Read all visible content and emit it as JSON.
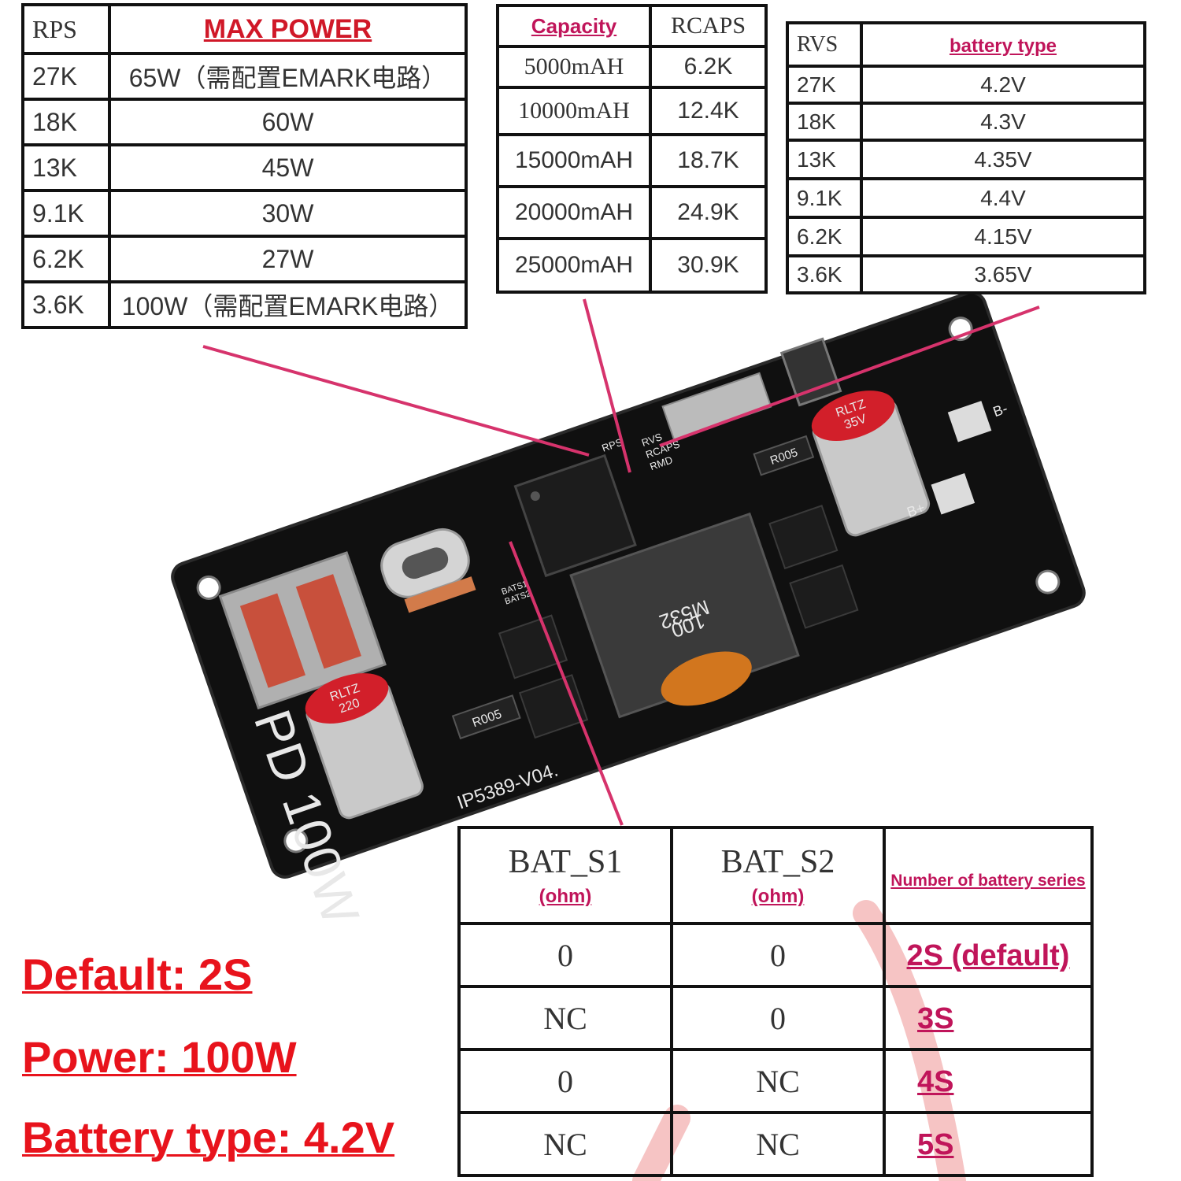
{
  "rps_table": {
    "headers": [
      "RPS",
      "MAX POWER"
    ],
    "rows": [
      [
        "27K",
        "65W（需配置EMARK电路）"
      ],
      [
        "18K",
        "60W"
      ],
      [
        "13K",
        "45W"
      ],
      [
        "9.1K",
        "30W"
      ],
      [
        "6.2K",
        "27W"
      ],
      [
        "3.6K",
        "100W（需配置EMARK电路）"
      ]
    ]
  },
  "rcaps_table": {
    "headers": [
      "Capacity",
      "RCAPS"
    ],
    "rows": [
      [
        "5000mAH",
        "6.2K"
      ],
      [
        "10000mAH",
        "12.4K"
      ],
      [
        "15000mAH",
        "18.7K"
      ],
      [
        "20000mAH",
        "24.9K"
      ],
      [
        "25000mAH",
        "30.9K"
      ]
    ]
  },
  "rvs_table": {
    "headers": [
      "RVS",
      "battery type"
    ],
    "rows": [
      [
        "27K",
        "4.2V"
      ],
      [
        "18K",
        "4.3V"
      ],
      [
        "13K",
        "4.35V"
      ],
      [
        "9.1K",
        "4.4V"
      ],
      [
        "6.2K",
        "4.15V"
      ],
      [
        "3.6K",
        "3.65V"
      ]
    ]
  },
  "bat_table": {
    "headers": [
      "BAT_S1",
      "BAT_S2",
      "Number of battery series"
    ],
    "units": [
      "(ohm)",
      "(ohm)"
    ],
    "rows": [
      [
        "0",
        "0",
        "2S (default)"
      ],
      [
        "NC",
        "0",
        "3S"
      ],
      [
        "0",
        "NC",
        "4S"
      ],
      [
        "NC",
        "NC",
        "5S"
      ]
    ]
  },
  "summary": {
    "default": "Default: 2S",
    "power": "Power: 100W",
    "battery": "Battery type: 4.2V"
  },
  "board": {
    "title": "PD 100W",
    "model": "IP5389-V04.",
    "cap_label_1": "RLTZ",
    "cap_label_2": "220",
    "cap_label_3": "35V",
    "inductor_1": "100",
    "inductor_2": "M532",
    "r005": "R005",
    "pad_bminus": "B-",
    "pad_bplus": "B+",
    "silk_rps": "RPS",
    "silk_rvs": "RVS",
    "silk_rcaps": "RCAPS",
    "silk_rmd": "RMD",
    "silk_bats1": "BATS1",
    "silk_bats2": "BATS2"
  },
  "colors": {
    "header_red": "#d01828",
    "header_pink": "#c0155a",
    "summary_red": "#e8131c",
    "pointer": "#d6336c",
    "pcb": "#111111"
  }
}
